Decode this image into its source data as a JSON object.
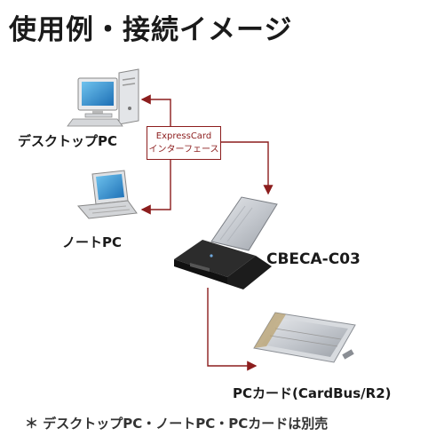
{
  "title": "使用例・接続イメージ",
  "labels": {
    "desktop_pc": "デスクトップPC",
    "note_pc": "ノートPC",
    "model": "CBECA-C03",
    "pc_card": "PCカード(CardBus/R2)"
  },
  "interface_box": {
    "line1": "ExpressCard",
    "line2": "インターフェース"
  },
  "footnote": "＊ デスクトップPC・ノートPC・PCカードは別売",
  "colors": {
    "arrow": "#8c1d1d",
    "card_silver": "#c9cdd3",
    "adapter_black": "#1c1c1c"
  }
}
